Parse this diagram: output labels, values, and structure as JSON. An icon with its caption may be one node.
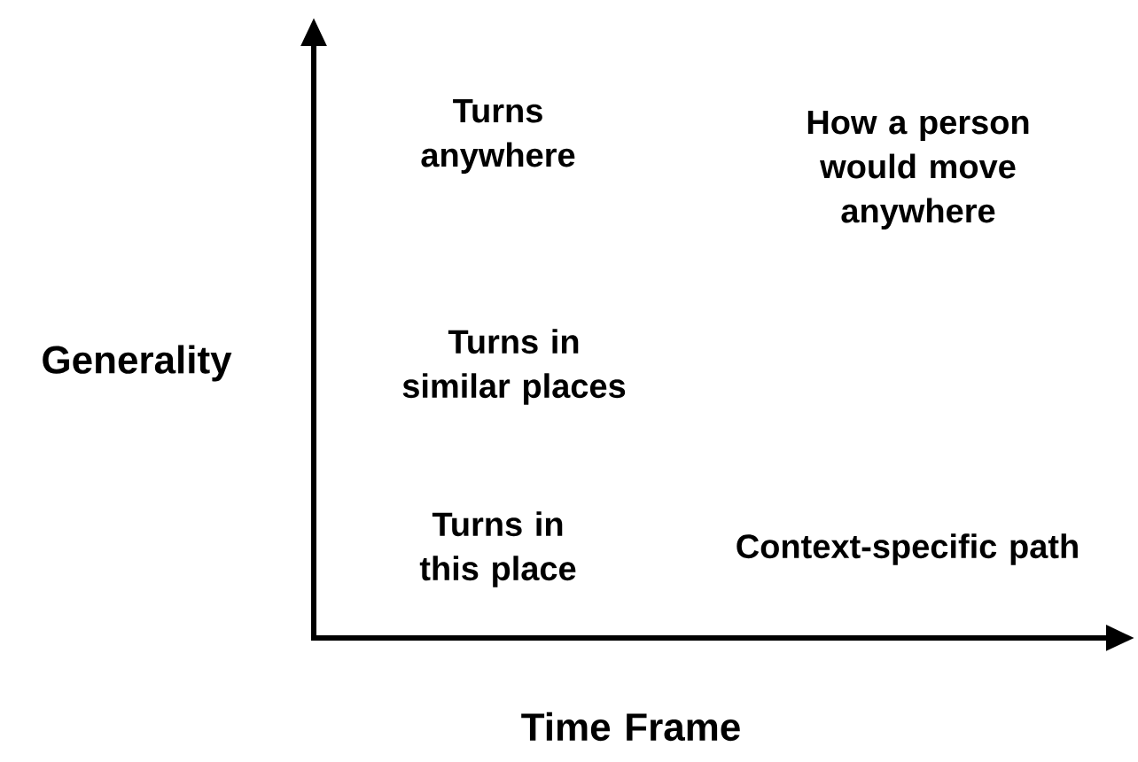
{
  "diagram": {
    "labels": [
      "Turns anywhere",
      "How a person would move anywhere",
      "Generality",
      "Turns in similar places",
      "Turns in this place",
      "Context-specific path",
      "Time Frame"
    ]
  }
}
